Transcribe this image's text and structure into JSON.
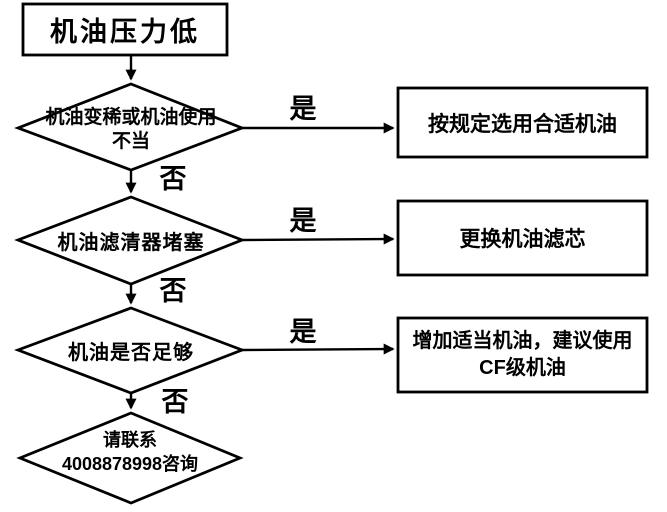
{
  "colors": {
    "background": "#ffffff",
    "line": "#000000",
    "text": "#000000"
  },
  "flowchart": {
    "title": "机油压力低",
    "decisions": [
      {
        "text_line1": "机油变稀或机油使用",
        "text_line2": "不当",
        "yes_label": "是",
        "no_label": "否",
        "action_line1": "按规定选用合适机油",
        "action_line2": ""
      },
      {
        "text_line1": "机油滤清器堵塞",
        "text_line2": "",
        "yes_label": "是",
        "no_label": "否",
        "action_line1": "更换机油滤芯",
        "action_line2": ""
      },
      {
        "text_line1": "机油是否足够",
        "text_line2": "",
        "yes_label": "是",
        "no_label": "否",
        "action_line1": "增加适当机油，建议使用",
        "action_line2": "CF级机油"
      }
    ],
    "fallback": {
      "text_line1": "请联系",
      "text_line2": "4008878998咨询"
    }
  }
}
